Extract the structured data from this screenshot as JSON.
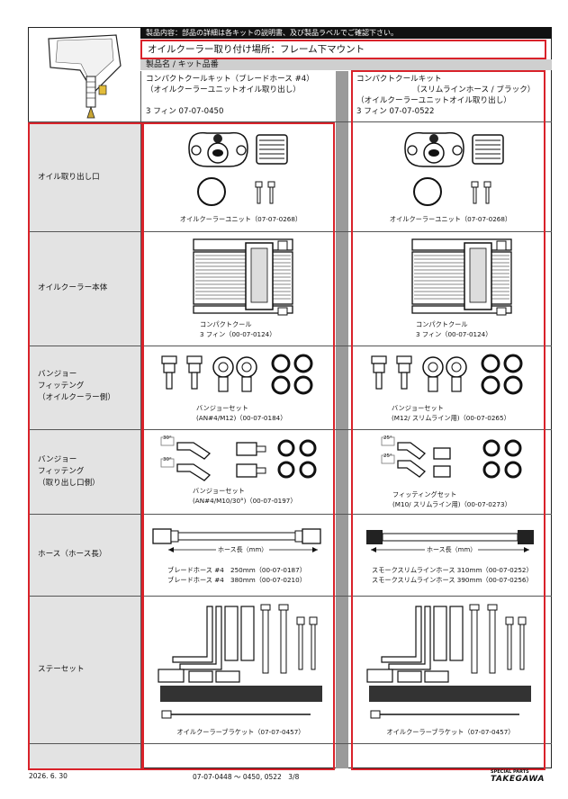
{
  "header": {
    "notice": "製品内容：部品の詳細は各キットの説明書、及び製品ラベルでご確認下さい。",
    "location": "オイルクーラー取り付け場所：フレーム下マウント",
    "product_band": "製品名 / キット品番"
  },
  "kits": {
    "left": {
      "line1": "コンパクトクールキット（ブレードホース #4）",
      "line2": "（オイルクーラーユニットオイル取り出し）",
      "code": "3 フィン 07-07-0450"
    },
    "right": {
      "line1": "コンパクトクールキット",
      "line2": "（スリムラインホース / ブラック）",
      "line3": "（オイルクーラーユニットオイル取り出し）",
      "code": "3 フィン 07-07-0522"
    }
  },
  "rows": [
    {
      "label": [
        "オイル取り出し口"
      ],
      "left_caption": [
        "オイルクーラーユニット（07-07-0268）"
      ],
      "right_caption": [
        "オイルクーラーユニット（07-07-0268）"
      ]
    },
    {
      "label": [
        "オイルクーラー本体"
      ],
      "left_caption": [
        "コンパクトクール",
        "3 フィン（00-07-0124）"
      ],
      "right_caption": [
        "コンパクトクール",
        "3 フィン（00-07-0124）"
      ]
    },
    {
      "label": [
        "バンジョー",
        "フィッテング",
        "（オイルクーラー側）"
      ],
      "left_caption": [
        "バンジョーセット",
        "(AN#4/M12)（00-07-0184）"
      ],
      "right_caption": [
        "バンジョーセット",
        "(M12/ スリムライン用)（00-07-0265）"
      ]
    },
    {
      "label": [
        "バンジョー",
        "フィッテング",
        "（取り出し口側）"
      ],
      "left_caption": [
        "バンジョーセット",
        "(AN#4/M10/30°)（00-07-0197）"
      ],
      "right_caption": [
        "フィッティングセット",
        "(M10/ スリムライン用)（00-07-0273）"
      ]
    },
    {
      "label": [
        "ホース（ホース長）"
      ],
      "left_caption": [
        "ブレードホース #4　250mm（00-07-0187）",
        "ブレードホース #4　380mm（00-07-0210）"
      ],
      "right_caption": [
        "スモークスリムラインホース 310mm（00-07-0252）",
        "スモークスリムラインホース 390mm（00-07-0256）"
      ]
    },
    {
      "label": [
        "ステーセット"
      ],
      "left_caption": [
        "オイルクーラーブラケット（07-07-0457）"
      ],
      "right_caption": [
        "オイルクーラーブラケット（07-07-0457）"
      ]
    }
  ],
  "hose_length_label": "ホース長（mm）",
  "angle_labels": {
    "left": "30°",
    "right": "25°"
  },
  "footer": {
    "date": "2026. 6. 30",
    "page_ref": "07-07-0448 ～ 0450, 0522　3/8",
    "brand_small": "SPECIAL PARTS",
    "brand": "TAKEGAWA"
  },
  "colors": {
    "highlight": "#d9222a",
    "label_bg": "#e3e3e3",
    "divider": "#9a9a9a"
  }
}
